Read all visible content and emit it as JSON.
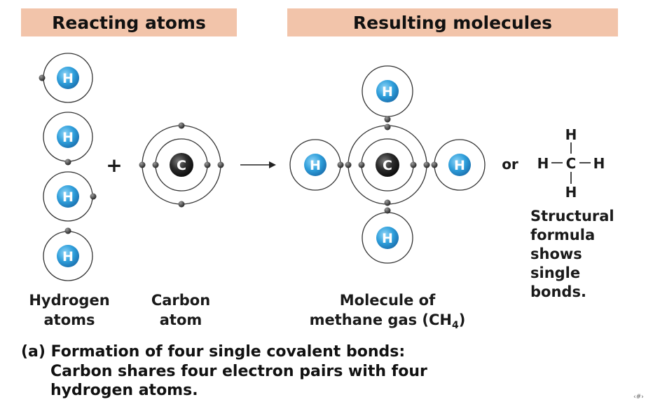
{
  "headers": {
    "reacting": "Reacting atoms",
    "resulting": "Resulting molecules",
    "band_color": "#f2c4aa"
  },
  "atoms": {
    "hydrogen_symbol": "H",
    "carbon_symbol": "C",
    "hydrogen_color": "#2f9fdb",
    "carbon_color": "#2b2b2b"
  },
  "operators": {
    "plus": "+",
    "or": "or"
  },
  "labels": {
    "hydrogen_line1": "Hydrogen",
    "hydrogen_line2": "atoms",
    "carbon_line1": "Carbon",
    "carbon_line2": "atom",
    "molecule_line1": "Molecule of",
    "molecule_line2_prefix": "methane gas (CH",
    "molecule_subscript": "4",
    "molecule_line2_suffix": ")"
  },
  "structural_formula": {
    "top_h": "H",
    "left_h": "H",
    "carbon": "C",
    "right_h": "H",
    "bottom_h": "H",
    "caption_lines": [
      "Structural",
      "formula",
      "shows",
      "single",
      "bonds."
    ]
  },
  "caption": {
    "line1": "(a) Formation of four single covalent bonds:",
    "line2": "Carbon shares four electron pairs with four",
    "line3": "hydrogen atoms."
  },
  "corner_mark": "‹#›"
}
